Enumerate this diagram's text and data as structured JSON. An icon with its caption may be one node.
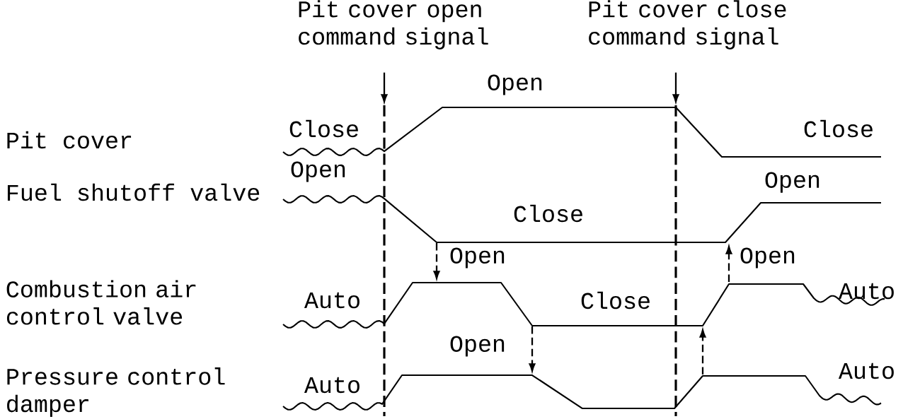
{
  "diagram": {
    "nodes": [
      {
        "text": [
          "Pit cover open command signal"
        ]
      },
      {
        "text": [
          "Pit cover close command signal"
        ]
      },
      {
        "text": [],
        "shape": "line"
      },
      {
        "text": [],
        "shape": "line"
      },
      {
        "text": [],
        "shape": "waveform"
      },
      {
        "text": [],
        "shape": "waveform"
      },
      {
        "text": [],
        "shape": "waveform"
      },
      {
        "text": [],
        "shape": "waveform"
      }
    ],
    "edges": [
      {
        "from": 0,
        "to": 2,
        "arrow": "to"
      },
      {
        "from": 1,
        "to": 3,
        "arrow": "to"
      },
      {
        "from": 5,
        "to": 6,
        "arrow": "to",
        "style": "dashed"
      },
      {
        "from": 6,
        "to": 7,
        "arrow": "to",
        "style": "dashed"
      },
      {
        "from": 7,
        "to": 6,
        "arrow": "to",
        "style": "dashed"
      },
      {
        "from": 6,
        "to": 5,
        "arrow": "to",
        "style": "dashed"
      }
    ],
    "labels": [
      "Open",
      "Close",
      "Close",
      "Pit cover",
      "Open",
      "Open",
      "Fuel shutoff valve",
      "Close",
      "Open",
      "Open",
      "Auto",
      "Combustion air control valve",
      "Auto",
      "Close",
      "Open",
      "Auto",
      "Pressure control damper",
      "Auto"
    ]
  }
}
